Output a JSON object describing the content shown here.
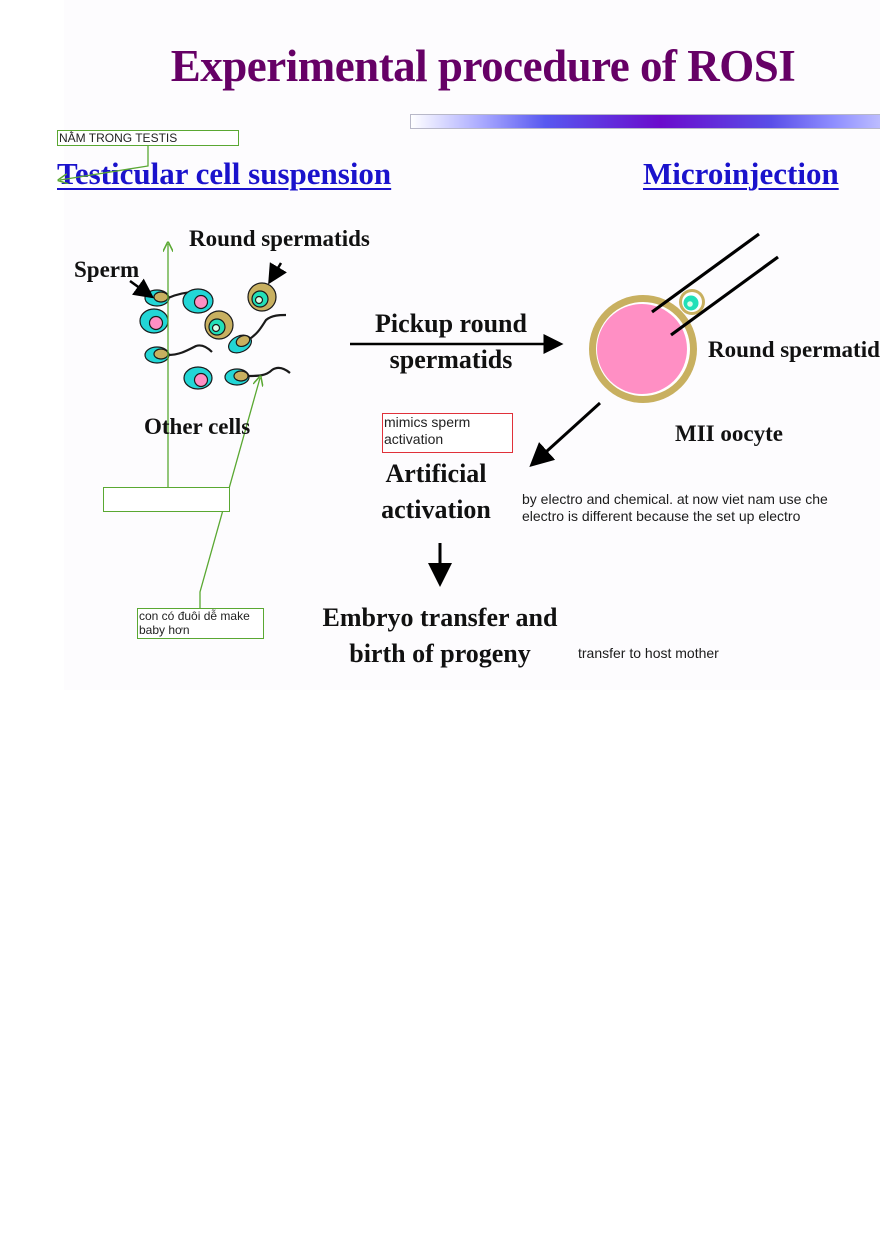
{
  "slide": {
    "title": "Experimental procedure of ROSI",
    "title_color": "#660066",
    "heading_color": "#1a12cc",
    "sections": {
      "left_heading": "Testicular cell suspension",
      "right_heading": "Microinjection"
    },
    "diagram_labels": {
      "round_spermatids": "Round spermatids",
      "sperm": "Sperm",
      "other_cells": "Other cells",
      "pickup_line1": "Pickup round",
      "pickup_line2": "spermatids",
      "round_spermatid_injected": "Round spermatid",
      "mii_oocyte": "MII oocyte",
      "artificial_line1": "Artificial",
      "artificial_line2": "activation",
      "embryo_line1": "Embryo transfer and",
      "embryo_line2": "birth of progeny"
    },
    "notes": {
      "activation_note_line1": "by electro and chemical. at now viet nam use che",
      "activation_note_line2": "electro is different because the set up electro",
      "transfer_note": "transfer to host mother"
    }
  },
  "annotations": {
    "testis_comment": "NẰM TRONG TESTIS",
    "blank_comment": "",
    "tail_comment": "con có đuôi dễ make baby hơn",
    "activation_comment": "mimics sperm activation",
    "comment_border_green": "#5aa832",
    "comment_border_red": "#e0313a"
  },
  "icons": {
    "cells": "cell-illustrations",
    "arrows": "arrow-icons",
    "micropipette": "micropipette-icon",
    "oocyte": "oocyte-illustration"
  }
}
